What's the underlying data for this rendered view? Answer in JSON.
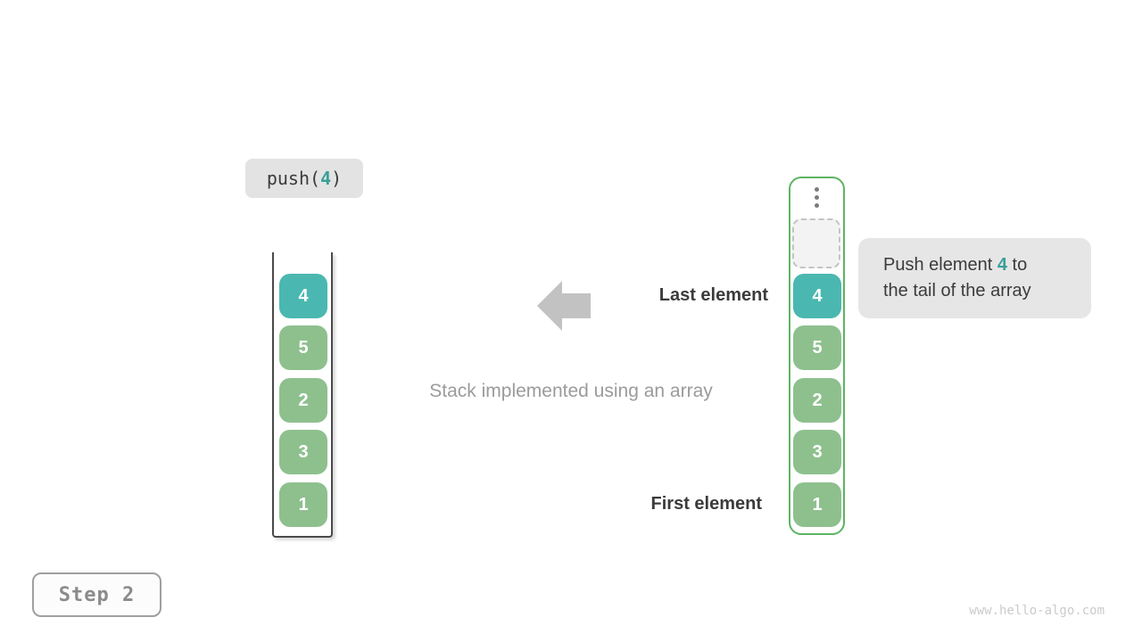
{
  "operation_badge": {
    "prefix": "push(",
    "argument": "4",
    "suffix": ")"
  },
  "left_stack": {
    "elements": [
      {
        "value": "4",
        "highlighted": true
      },
      {
        "value": "5",
        "highlighted": false
      },
      {
        "value": "2",
        "highlighted": false
      },
      {
        "value": "3",
        "highlighted": false
      },
      {
        "value": "1",
        "highlighted": false
      }
    ]
  },
  "right_stack": {
    "ellipsis_icon": "vertical-dots-icon",
    "empty_slot": true,
    "elements": [
      {
        "value": "4",
        "highlighted": true
      },
      {
        "value": "5",
        "highlighted": false
      },
      {
        "value": "2",
        "highlighted": false
      },
      {
        "value": "3",
        "highlighted": false
      },
      {
        "value": "1",
        "highlighted": false
      }
    ]
  },
  "annotations": {
    "last_element": "Last element",
    "first_element": "First element",
    "caption": "Stack implemented using an array"
  },
  "callout": {
    "line1_before": "Push element ",
    "highlight": "4",
    "line1_after": " to",
    "line2": "the tail of the array"
  },
  "step_badge": "Step 2",
  "watermark": "www.hello-algo.com",
  "colors": {
    "teal_fill": "#4ab8b0",
    "green_fill": "#8ec08e",
    "teal_text": "#3a9e99",
    "green_border": "#5eb463",
    "gray_arrow": "#c2c2c2",
    "badge_bg": "#e3e3e3",
    "callout_bg": "#e6e6e6",
    "dark_text": "#3b3b3b",
    "gray_text": "#9b9b9b"
  }
}
